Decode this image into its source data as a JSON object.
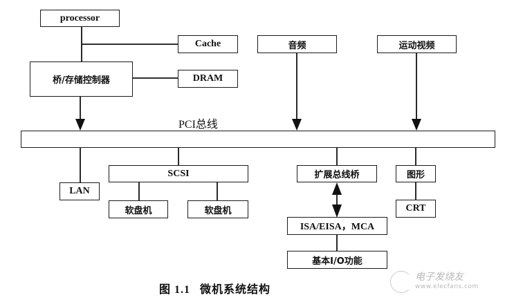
{
  "diagram": {
    "title_label": "图 1.1",
    "title_text": "微机系统结构",
    "bus_label": "PCI总线",
    "nodes": {
      "processor": "processor",
      "cache": "Cache",
      "bridge_memory_controller": "桥/存储控制器",
      "dram": "DRAM",
      "audio": "音频",
      "motion_video": "运动视频",
      "lan": "LAN",
      "scsi": "SCSI",
      "floppy_1": "软盘机",
      "floppy_2": "软盘机",
      "expansion_bus_bridge": "扩展总线桥",
      "isa_eisa_mca": "ISA/EISA，MCA",
      "basic_io": "基本I/O功能",
      "graphics": "图形",
      "crt": "CRT"
    },
    "edges": [
      {
        "from": "processor",
        "to": "bridge_memory_controller",
        "type": "line"
      },
      {
        "from": "processor-bridge-line",
        "to": "cache",
        "type": "line"
      },
      {
        "from": "bridge_memory_controller",
        "to": "dram",
        "type": "line"
      },
      {
        "from": "bridge_memory_controller",
        "to": "pci_bus",
        "type": "arrow"
      },
      {
        "from": "audio",
        "to": "pci_bus",
        "type": "arrow"
      },
      {
        "from": "motion_video",
        "to": "pci_bus",
        "type": "arrow"
      },
      {
        "from": "pci_bus",
        "to": "lan",
        "type": "line"
      },
      {
        "from": "pci_bus",
        "to": "scsi",
        "type": "line"
      },
      {
        "from": "scsi",
        "to": "floppy_1",
        "type": "line"
      },
      {
        "from": "scsi",
        "to": "floppy_2",
        "type": "line"
      },
      {
        "from": "pci_bus",
        "to": "expansion_bus_bridge",
        "type": "line"
      },
      {
        "from": "expansion_bus_bridge",
        "to": "isa_eisa_mca",
        "type": "double-arrow"
      },
      {
        "from": "isa_eisa_mca",
        "to": "basic_io",
        "type": "line"
      },
      {
        "from": "pci_bus",
        "to": "graphics",
        "type": "line"
      },
      {
        "from": "graphics",
        "to": "crt",
        "type": "line"
      }
    ]
  },
  "watermark": {
    "title": "电子发烧友",
    "url": "www.elecfans.com"
  }
}
